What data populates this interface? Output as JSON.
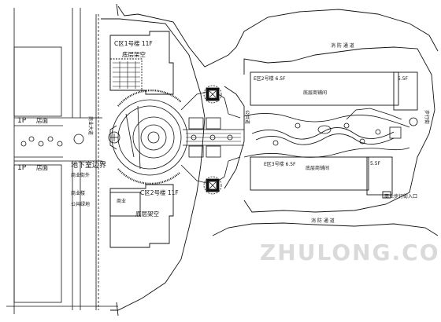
{
  "labels": {
    "building_c1": "C区1号楼 11F",
    "ground_open_1": "底层架空",
    "building_c2": "C区2号楼 11F",
    "ground_open_2": "底层架空",
    "building_e2": "E区2号楼 6.5F",
    "ground_shops_1": "底层商铺间",
    "building_e3": "E区3号楼 6.5F",
    "ground_shops_2": "底层商铺间",
    "tag_upper_right": "5.5F",
    "tag_lower_right": "5.5F",
    "fire_lane_top": "消 防 通 道",
    "fire_lane_bottom": "消 防 通 道",
    "left_1p_top": "1P",
    "left_shop_top": "店面",
    "left_1p_bottom": "1P",
    "left_shop_bottom": "店面",
    "basement_boundary": "地下室边界",
    "small_a": "商业街外",
    "small_b": "商业楼",
    "small_c": "公共绿地",
    "small_d": "商业",
    "road_a": "商业大道",
    "road_b": "公共道",
    "road_c": "步行街",
    "entrance_right": "商业步行街入口"
  },
  "watermark": "ZHULONG.COM",
  "colors": {
    "line": "#111111",
    "bg": "#ffffff",
    "watermark": "#d4d4d4"
  }
}
